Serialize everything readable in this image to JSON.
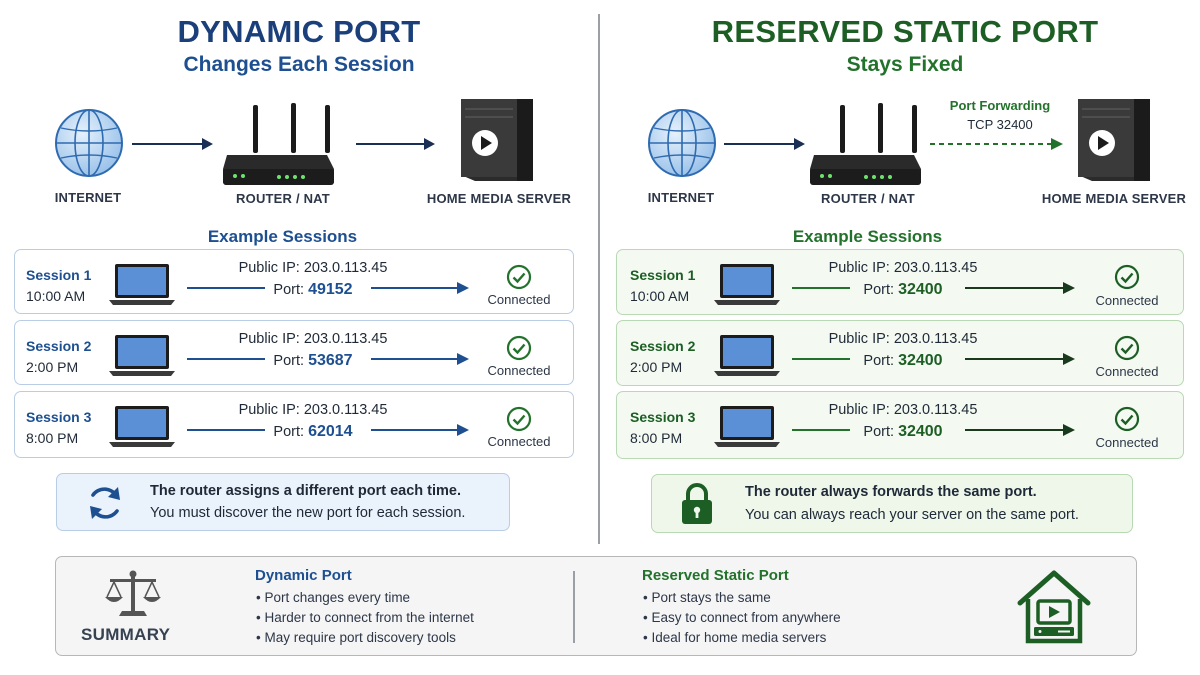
{
  "dynamic": {
    "title": "DYNAMIC PORT",
    "subtitle": "Changes Each Session",
    "internet_label": "INTERNET",
    "router_label": "ROUTER / NAT",
    "server_label": "HOME MEDIA SERVER",
    "sessions_heading": "Example Sessions",
    "sessions": [
      {
        "name": "Session 1",
        "time": "10:00 AM",
        "ip": "Public IP: 203.0.113.45",
        "port_prefix": "Port:",
        "port": "49152",
        "status": "Connected"
      },
      {
        "name": "Session 2",
        "time": "2:00 PM",
        "ip": "Public IP: 203.0.113.45",
        "port_prefix": "Port:",
        "port": "53687",
        "status": "Connected"
      },
      {
        "name": "Session 3",
        "time": "8:00 PM",
        "ip": "Public IP: 203.0.113.45",
        "port_prefix": "Port:",
        "port": "62014",
        "status": "Connected"
      }
    ],
    "note_bold": "The router assigns a different port each time.",
    "note_plain": "You must discover the new port for each session.",
    "icon_names": [
      "globe-icon",
      "router-icon",
      "server-icon",
      "laptop-icon",
      "check-circle-icon",
      "refresh-icon"
    ],
    "accent": "#1d4f91"
  },
  "static": {
    "title": "RESERVED STATIC PORT",
    "subtitle": "Stays Fixed",
    "internet_label": "INTERNET",
    "router_label": "ROUTER / NAT",
    "server_label": "HOME MEDIA SERVER",
    "forwarding_label": "Port Forwarding",
    "forwarding_port": "TCP 32400",
    "sessions_heading": "Example Sessions",
    "sessions": [
      {
        "name": "Session 1",
        "time": "10:00 AM",
        "ip": "Public IP: 203.0.113.45",
        "port_prefix": "Port:",
        "port": "32400",
        "status": "Connected"
      },
      {
        "name": "Session 2",
        "time": "2:00 PM",
        "ip": "Public IP: 203.0.113.45",
        "port_prefix": "Port:",
        "port": "32400",
        "status": "Connected"
      },
      {
        "name": "Session 3",
        "time": "8:00 PM",
        "ip": "Public IP: 203.0.113.45",
        "port_prefix": "Port:",
        "port": "32400",
        "status": "Connected"
      }
    ],
    "note_bold": "The router always forwards the same port.",
    "note_plain": "You can always reach your server on the same port.",
    "icon_names": [
      "globe-icon",
      "router-icon",
      "server-icon",
      "laptop-icon",
      "check-circle-icon",
      "lock-icon"
    ],
    "accent": "#23722c"
  },
  "summary": {
    "label": "SUMMARY",
    "dynamic_title": "Dynamic Port",
    "dynamic_items": [
      "Port changes every time",
      "Harder to connect from the internet",
      "May require port discovery tools"
    ],
    "static_title": "Reserved Static Port",
    "static_items": [
      "Port stays the same",
      "Easy to connect from anywhere",
      "Ideal for home media servers"
    ],
    "icon_names": [
      "scales-icon",
      "home-media-icon"
    ]
  }
}
